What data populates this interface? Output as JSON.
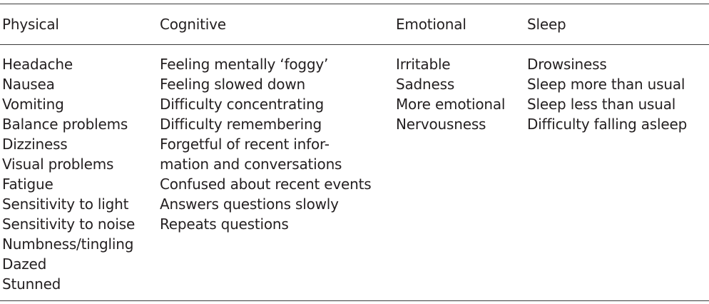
{
  "table": {
    "headers": [
      "Physical",
      "Cognitive",
      "Emotional",
      "Sleep"
    ],
    "columns": [
      [
        "Headache",
        "Nausea",
        "Vomiting",
        "Balance problems",
        "Dizziness",
        "Visual problems",
        "Fatigue",
        "Sensitivity to light",
        "Sensitivity to noise",
        "Numbness/tingling",
        "Dazed",
        "Stunned"
      ],
      [
        "Feeling mentally ‘foggy’",
        "Feeling slowed down",
        "Difficulty concentrating",
        "Difficulty remembering",
        "Forgetful of recent infor-",
        "mation and conversations",
        "Confused about recent events",
        "Answers questions slowly",
        "Repeats questions"
      ],
      [
        "Irritable",
        "Sadness",
        "More emotional",
        "Nervousness"
      ],
      [
        "Drowsiness",
        "Sleep more than usual",
        "Sleep less than usual",
        "Difficulty falling asleep"
      ]
    ]
  }
}
